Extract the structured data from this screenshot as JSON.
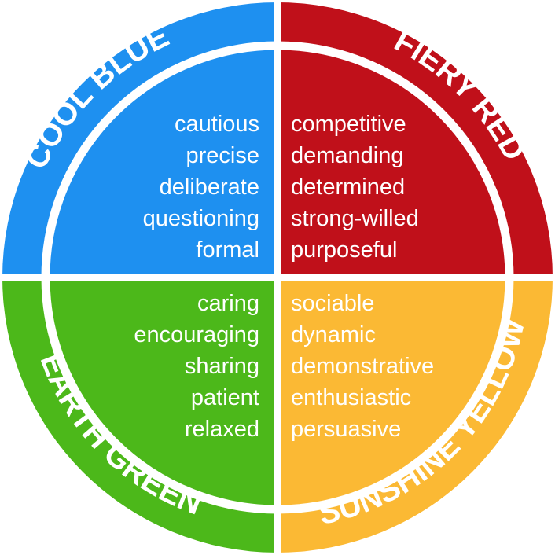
{
  "quadrants": [
    {
      "id": "cool-blue",
      "title": "COOL BLUE",
      "color": "#1e90f0",
      "traits": [
        "cautious",
        "precise",
        "deliberate",
        "questioning",
        "formal"
      ]
    },
    {
      "id": "fiery-red",
      "title": "FIERY RED",
      "color": "#c0101a",
      "traits": [
        "competitive",
        "demanding",
        "determined",
        "strong-willed",
        "purposeful"
      ]
    },
    {
      "id": "earth-green",
      "title": "EARTH GREEN",
      "color": "#4cb81a",
      "traits": [
        "caring",
        "encouraging",
        "sharing",
        "patient",
        "relaxed"
      ]
    },
    {
      "id": "sunshine-yellow",
      "title": "SUNSHINE YELLOW",
      "color": "#fbb934",
      "traits": [
        "sociable",
        "dynamic",
        "demonstrative",
        "enthusiastic",
        "persuasive"
      ]
    }
  ]
}
